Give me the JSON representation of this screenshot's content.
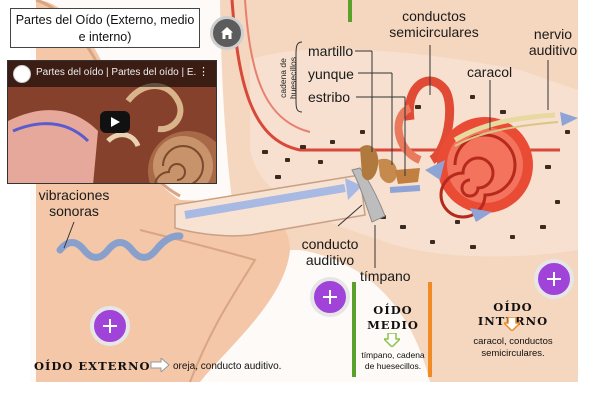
{
  "title": "Partes del Oído (Externo, medio e interno)",
  "video": {
    "title": "Partes del oído | Partes del oído | E...",
    "menu_icon": "more-vert-icon",
    "play_icon": "play-icon"
  },
  "labels": {
    "vibraciones": "vibraciones sonoras",
    "conducto": "conducto auditivo",
    "timpano": "tímpano",
    "martillo": "martillo",
    "yunque": "yunque",
    "estribo": "estribo",
    "cadena": "cadena de huesecillos",
    "conductos_semicirculares": "conductos semicirculares",
    "nervio": "nervio auditivo",
    "caracol": "caracol"
  },
  "sections": {
    "externo": {
      "title": "OÍDO EXTERNO",
      "desc": "oreja, conducto auditivo."
    },
    "medio": {
      "title_line1": "OÍDO",
      "title_line2": "MEDIO",
      "desc": "tímpano, cadena de huesecillos."
    },
    "interno": {
      "title": "OÍDO INTERNO",
      "desc": "caracol, conductos semicirculares."
    }
  },
  "icons": {
    "home": "home-icon",
    "plus": "plus-icon"
  },
  "colors": {
    "plus_button": "#a043d8",
    "skin": "#f3c7a8",
    "arrow_green": "#8bc34a",
    "arrow_orange": "#f08a24",
    "accent_green_bar": "#5aa12c"
  }
}
